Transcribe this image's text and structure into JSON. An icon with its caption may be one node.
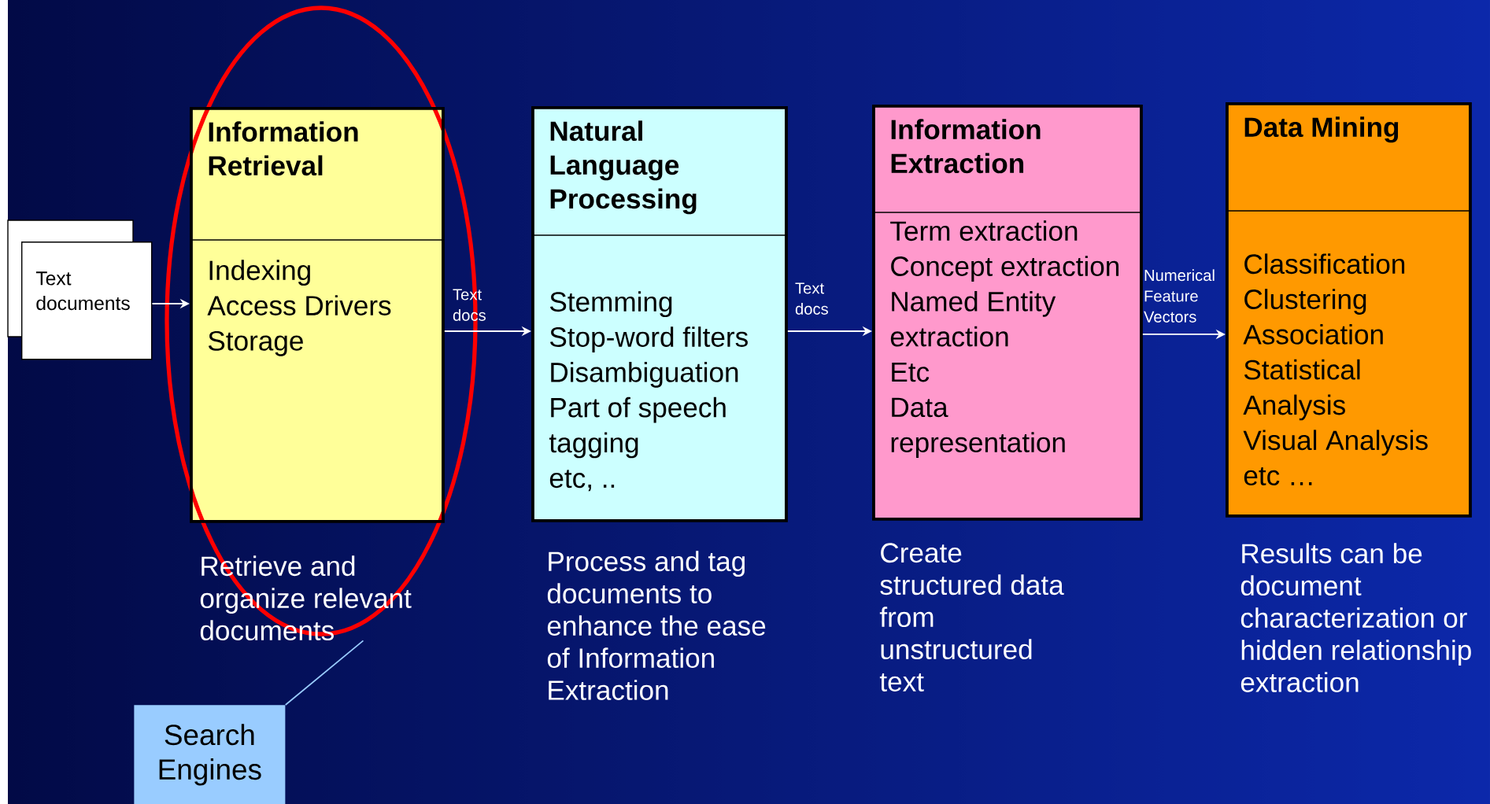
{
  "diagram": {
    "nodes": [
      {
        "text": [
          "Text documents"
        ]
      },
      {
        "text": [
          "Information Retrieval",
          "Indexing",
          "Access Drivers",
          "Storage"
        ],
        "beside": [
          "Retrieve and organize relevant documents"
        ]
      },
      {
        "text": [
          "Natural Language Processing",
          "Stemming",
          "Stop-word filters",
          "Disambiguation",
          "Part of speech tagging",
          "etc,  .."
        ],
        "beside": [
          "Process and tag documents to enhance the ease of Information Extraction"
        ]
      },
      {
        "text": [
          "Information Extraction",
          "Term extraction",
          "Concept extraction",
          "Named Entity extraction",
          "Etc",
          "Data representation"
        ],
        "beside": [
          "Create structured data from unstructured text"
        ]
      },
      {
        "text": [
          "Data Mining",
          "Classification",
          "Clustering",
          "Association",
          "Statistical Analysis",
          "Visual Analysis",
          "etc …"
        ],
        "beside": [
          "Results can be document characterization or hidden relationship extraction"
        ]
      },
      {
        "text": [
          "Search Engines"
        ]
      }
    ],
    "edges": [
      {
        "from": 0,
        "to": 1,
        "arrow": "to"
      },
      {
        "from": 1,
        "to": 2,
        "arrow": "to",
        "label": "Text docs"
      },
      {
        "from": 2,
        "to": 3,
        "arrow": "to",
        "label": "Text docs"
      },
      {
        "from": 3,
        "to": 4,
        "arrow": "to",
        "label": "Numerical Feature Vectors"
      },
      {
        "from": 5,
        "to": 1,
        "arrow": "none",
        "color": "#99ccff"
      }
    ]
  }
}
